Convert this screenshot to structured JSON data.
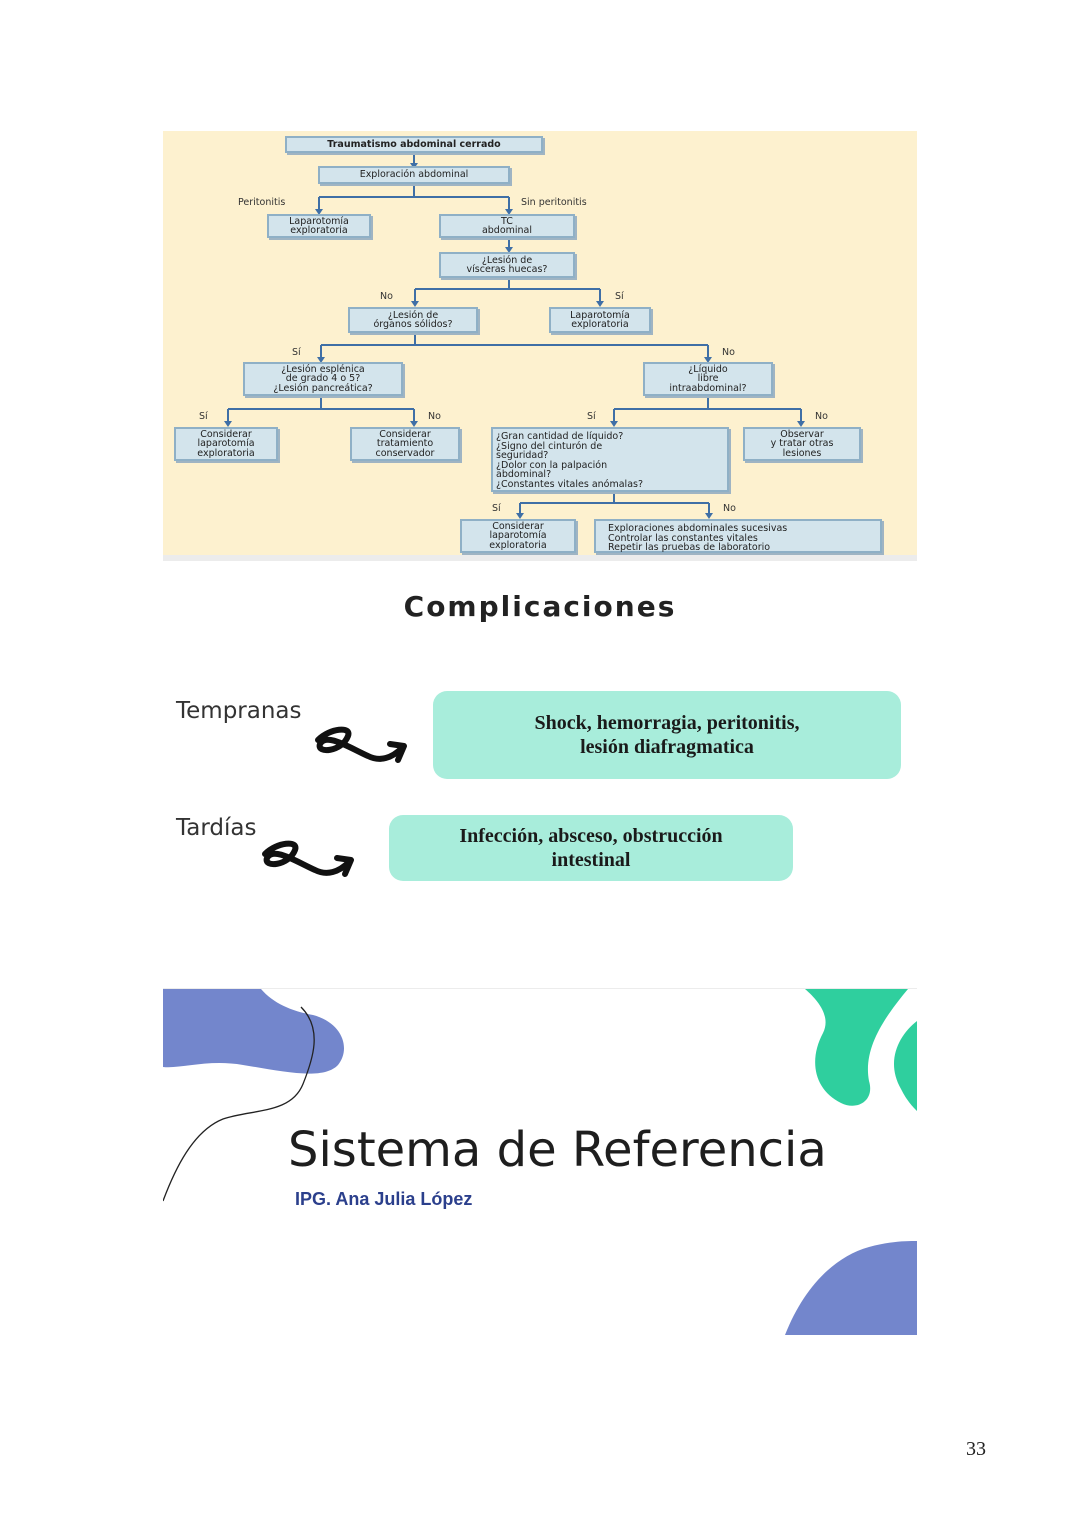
{
  "flowchart": {
    "boxes": {
      "b1": "Traumatismo abdominal cerrado",
      "b2": "Exploración abdominal",
      "b3": "Laparotomía\nexploratoria",
      "b4": "TC\nabdominal",
      "b5": "¿Lesión de\nvísceras huecas?",
      "b6": "¿Lesión de\nórganos sólidos?",
      "b7": "Laparotomía\nexploratoria",
      "b8": "¿Lesión esplénica\nde grado 4 o 5?\n¿Lesión pancreática?",
      "b9": "¿Líquido\nlibre\nintraabdominal?",
      "b10": "Considerar\nlaparotomía\nexploratoria",
      "b11": "Considerar\ntratamiento\nconservador",
      "b12": "¿Gran cantidad de líquido?\n¿Signo del cinturón de\n  seguridad?\n¿Dolor con la palpación\n  abdominal?\n¿Constantes vitales anómalas?",
      "b13": "Observar\ny tratar otras\nlesiones",
      "b14": "Considerar\nlaparotomía\nexploratoria",
      "b15": "Exploraciones abdominales sucesivas\nControlar las constantes vitales\nRepetir las pruebas de laboratorio"
    },
    "labels": {
      "peritonitis": "Peritonitis",
      "sin_peritonitis": "Sin peritonitis",
      "no1": "No",
      "si1": "Sí",
      "si2": "Sí",
      "no2": "No",
      "si3": "Sí",
      "no3": "No",
      "si4": "Sí",
      "no4": "No",
      "si5": "Sí",
      "no5": "No"
    }
  },
  "complicaciones": {
    "title": "Complicaciones",
    "tempranas": {
      "label": "Tempranas",
      "text": "Shock, hemorragia, peritonitis,\nlesión diafragmatica"
    },
    "tardias": {
      "label": "Tardías",
      "text": "Infección, absceso, obstrucción\nintestinal"
    }
  },
  "slide": {
    "title": "Sistema de Referencia",
    "subtitle": "IPG. Ana Julia López",
    "colors": {
      "blue_blob": "#7386cc",
      "green_blob": "#2fcf9e"
    }
  },
  "page_number": "33"
}
